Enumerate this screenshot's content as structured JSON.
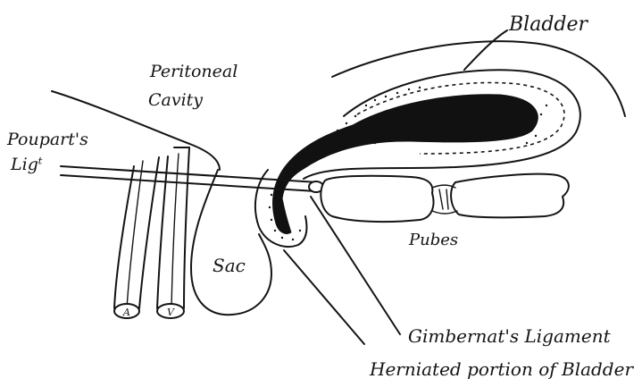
{
  "labels": {
    "bladder": "Bladder",
    "peritoneal": "Peritoneal",
    "cavity": "Cavity",
    "pouparts": "Poupart's",
    "ligt": "Ligᵗ",
    "sac": "Sac",
    "pubes": "Pubes",
    "gimbernat": "Gimbernat's Ligament",
    "herniated": "Herniated portion of Bladder",
    "vessel_a": "A",
    "vessel_v": "V"
  }
}
